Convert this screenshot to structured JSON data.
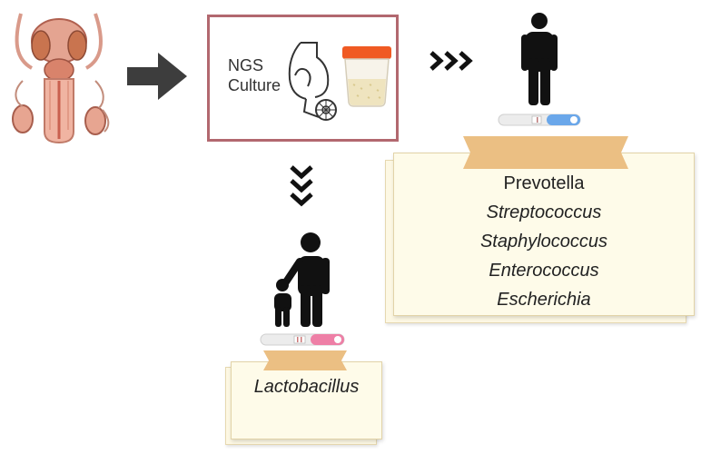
{
  "culture_box": {
    "line1": "NGS",
    "line2": "Culture"
  },
  "right_group": {
    "taxa": [
      "Prevotella",
      "Streptococcus",
      "Staphylococcus",
      "Enterococcus",
      "Escherichia"
    ],
    "test_color": "#6aa7ea"
  },
  "bottom_group": {
    "taxa": [
      "Lactobacillus"
    ],
    "test_color": "#ee7fa6"
  },
  "colors": {
    "box_border": "#b2686f",
    "tape": "#ebbf83",
    "arrow": "#3d3d3d",
    "note": "#fefbe9"
  },
  "icons": [
    "male-anatomy-icon",
    "right-arrow-icon",
    "semen-collection-icon",
    "sample-cup-icon",
    "triple-chevron-right-icon",
    "triple-chevron-down-icon",
    "man-icon",
    "father-child-icon",
    "pregnancy-test-icon"
  ]
}
